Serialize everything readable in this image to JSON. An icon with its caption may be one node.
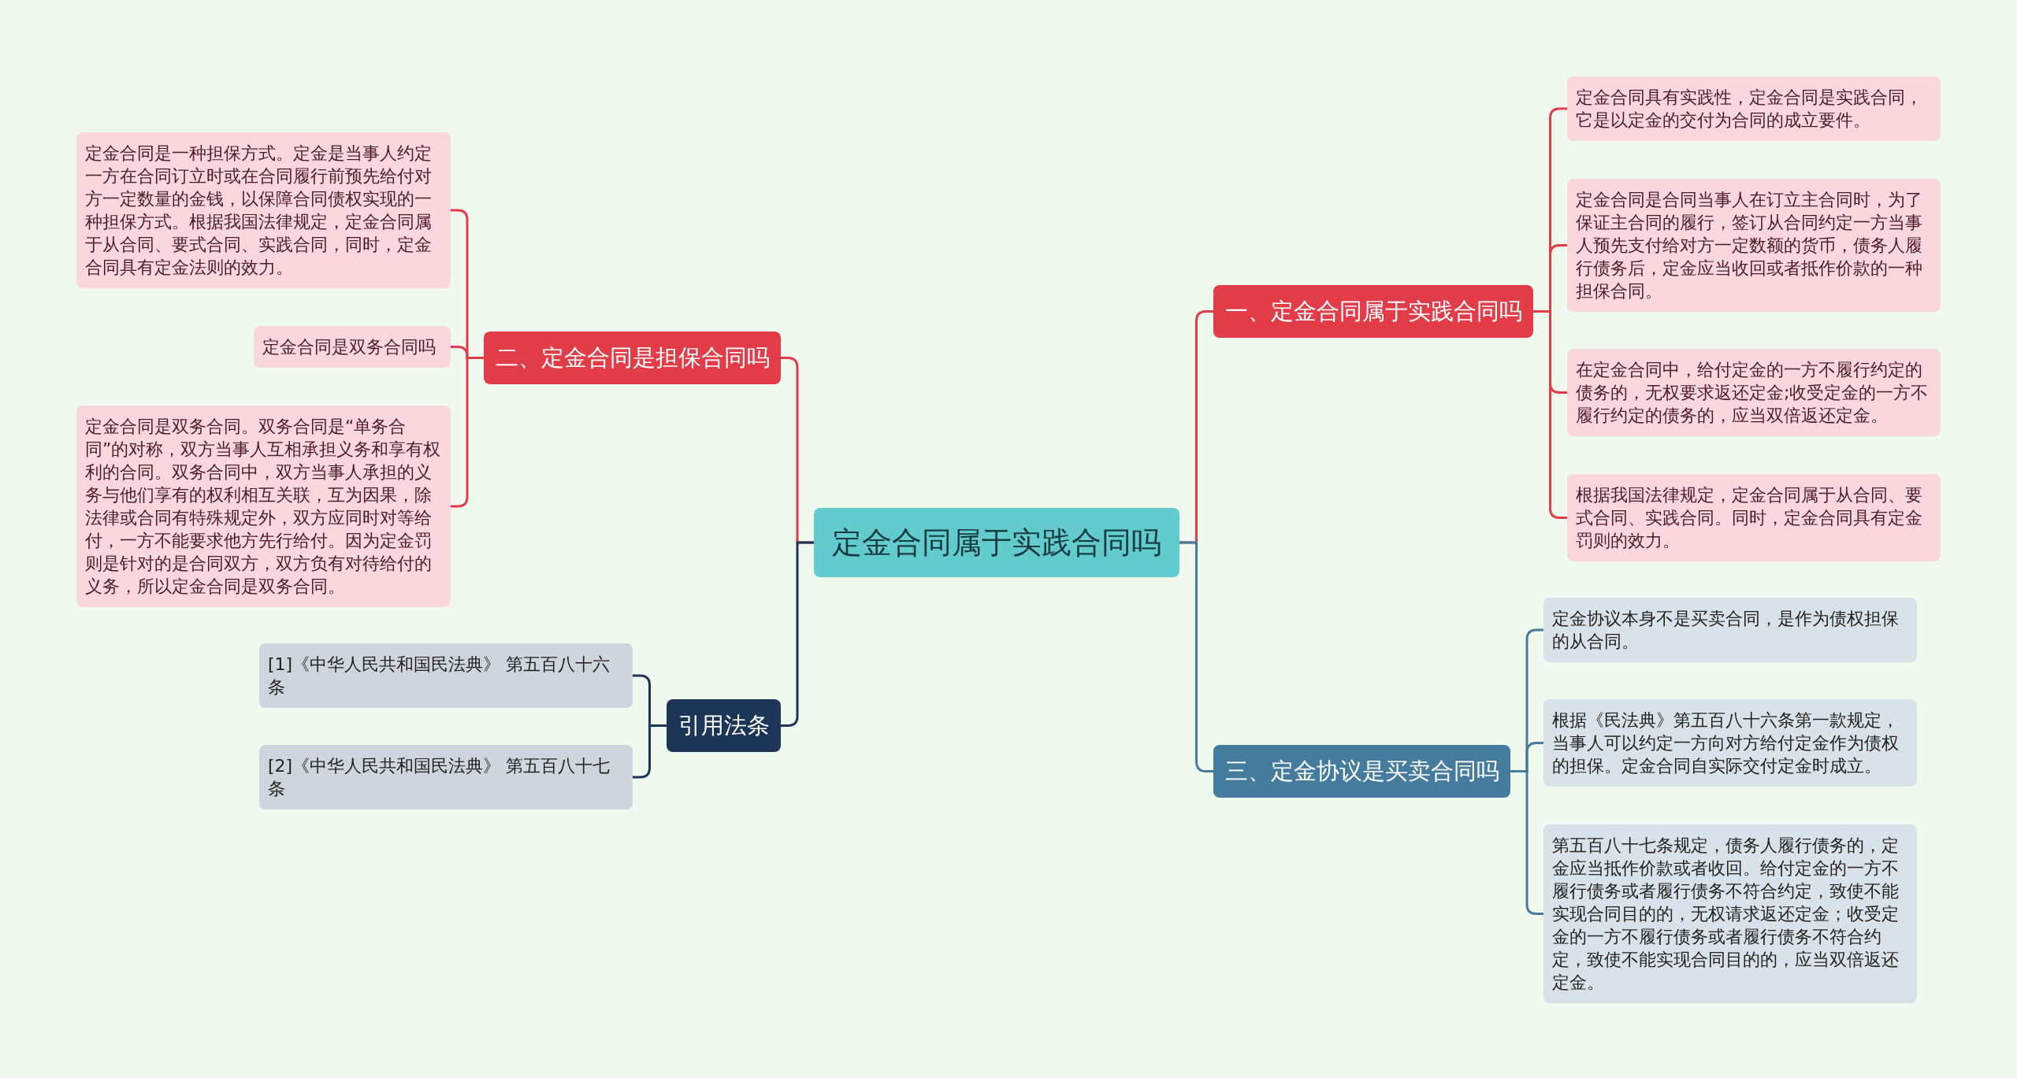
{
  "diagram": {
    "nodes": [
      {
        "text": [
          "定金合同属于实践合同吗"
        ]
      },
      {
        "text": [
          "一、定金合同属于实践合同吗"
        ]
      },
      {
        "text": [
          "定金合同具有实践性，定金合同是实践合同，它是以定金的交付为合同的成立要件。"
        ]
      },
      {
        "text": [
          "定金合同是合同当事人在订立主合同时，为了保证主合同的履行，签订从合同约定一方当事人预先支付给对方一定数额的货币，债务人履行债务后，定金应当收回或者抵作价款的一种担保合同。"
        ]
      },
      {
        "text": [
          "在定金合同中，给付定金的一方不履行约定的债务的，无权要求返还定金;收受定金的一方不履行约定的债务的，应当双倍返还定金。"
        ]
      },
      {
        "text": [
          "根据我国法律规定，定金合同属于从合同、要式合同、实践合同。同时，定金合同具有定金罚则的效力。"
        ]
      },
      {
        "text": [
          "二、定金合同是担保合同吗"
        ]
      },
      {
        "text": [
          "定金合同是一种担保方式。定金是当事人约定一方在合同订立时或在合同履行前预先给付对方一定数量的金钱，以保障合同债权实现的一种担保方式。根据我国法律规定，定金合同属于从合同、要式合同、实践合同，同时，定金合同具有定金法则的效力。"
        ]
      },
      {
        "text": [
          "定金合同是双务合同吗"
        ]
      },
      {
        "text": [
          "定金合同是双务合同。双务合同是“单务合同”的对称，双方当事人互相承担义务和享有权利的合同。双务合同中，双方当事人承担的义务与他们享有的权利相互关联，互为因果，除法律或合同有特殊规定外，双方应同时对等给付，一方不能要求他方先行给付。因为定金罚则是针对的是合同双方，双方负有对待给付的义务，所以定金合同是双务合同。"
        ]
      },
      {
        "text": [
          "三、定金协议是买卖合同吗"
        ]
      },
      {
        "text": [
          "定金协议本身不是买卖合同，是作为债权担保的从合同。"
        ]
      },
      {
        "text": [
          "根据《民法典》第五百八十六条第一款规定，当事人可以约定一方向对方给付定金作为债权的担保。定金合同自实际交付定金时成立。"
        ]
      },
      {
        "text": [
          "第五百八十七条规定，债务人履行债务的，定金应当抵作价款或者收回。给付定金的一方不履行债务或者履行债务不符合约定，致使不能实现合同目的的，无权请求返还定金；收受定金的一方不履行债务或者履行债务不符合约定，致使不能实现合同目的的，应当双倍返还定金。"
        ]
      },
      {
        "text": [
          "引用法条"
        ]
      },
      {
        "text": [
          "[1]《中华人民共和国民法典》 第五百八十六条"
        ]
      },
      {
        "text": [
          "[2]《中华人民共和国民法典》 第五百八十七条"
        ]
      }
    ],
    "edges": [
      {
        "from": 0,
        "to": 1,
        "arrow": "none"
      },
      {
        "from": 1,
        "to": 2,
        "arrow": "none"
      },
      {
        "from": 1,
        "to": 3,
        "arrow": "none"
      },
      {
        "from": 1,
        "to": 4,
        "arrow": "none"
      },
      {
        "from": 1,
        "to": 5,
        "arrow": "none"
      },
      {
        "from": 0,
        "to": 6,
        "arrow": "none"
      },
      {
        "from": 6,
        "to": 7,
        "arrow": "none"
      },
      {
        "from": 6,
        "to": 8,
        "arrow": "none"
      },
      {
        "from": 6,
        "to": 9,
        "arrow": "none"
      },
      {
        "from": 0,
        "to": 10,
        "arrow": "none",
        "color": "#457b9d"
      },
      {
        "from": 10,
        "to": 11,
        "arrow": "none",
        "color": "#457b9d"
      },
      {
        "from": 10,
        "to": 12,
        "arrow": "none",
        "color": "#457b9d"
      },
      {
        "from": 10,
        "to": 13,
        "arrow": "none",
        "color": "#457b9d"
      },
      {
        "from": 0,
        "to": 14,
        "arrow": "none",
        "color": "#1d3557"
      },
      {
        "from": 14,
        "to": 15,
        "arrow": "none",
        "color": "#1d3557"
      },
      {
        "from": 14,
        "to": 16,
        "arrow": "none",
        "color": "#1d3557"
      }
    ]
  }
}
